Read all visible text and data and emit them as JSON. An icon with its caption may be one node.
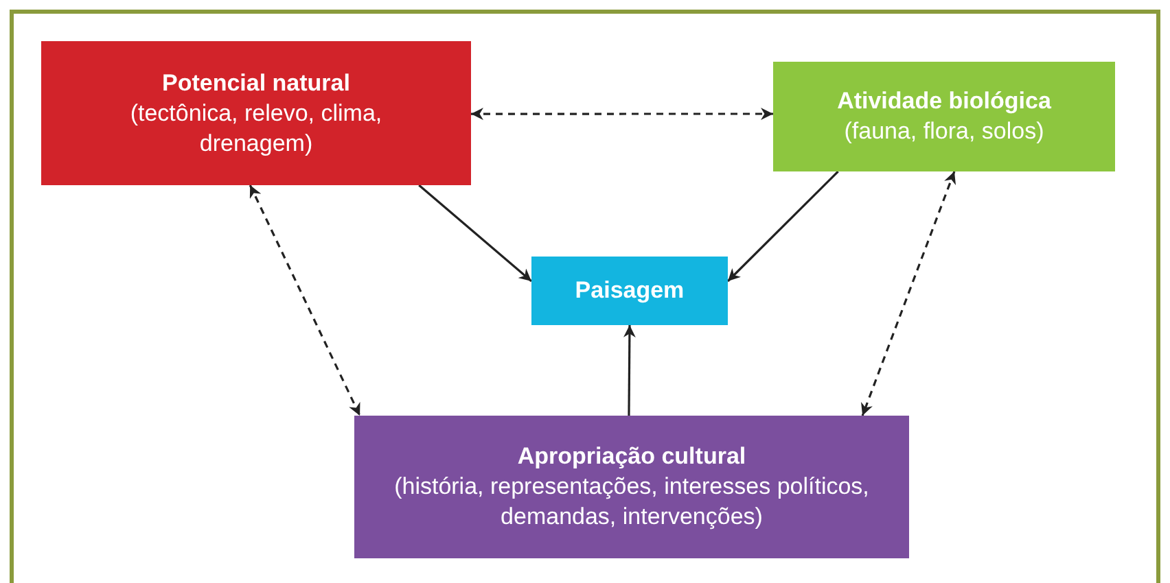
{
  "diagram": {
    "nodes": [
      {
        "text": [
          "Potencial natural",
          "(tectônica, relevo, clima, drenagem)"
        ]
      },
      {
        "text": [
          "Atividade biológica",
          "(fauna, flora, solos)"
        ]
      },
      {
        "text": [
          "Paisagem"
        ]
      },
      {
        "text": [
          "Apropriação cultural",
          "(história, representações, interesses políticos, demandas, intervenções)"
        ]
      }
    ],
    "edges": [
      {
        "from": 0,
        "to": 1,
        "arrow": "both",
        "style": "dashed"
      },
      {
        "from": 0,
        "to": 2,
        "arrow": "to"
      },
      {
        "from": 1,
        "to": 2,
        "arrow": "to"
      },
      {
        "from": 3,
        "to": 2,
        "arrow": "to"
      },
      {
        "from": 0,
        "to": 3,
        "arrow": "both",
        "style": "dashed"
      },
      {
        "from": 1,
        "to": 3,
        "arrow": "both",
        "style": "dashed"
      }
    ]
  }
}
